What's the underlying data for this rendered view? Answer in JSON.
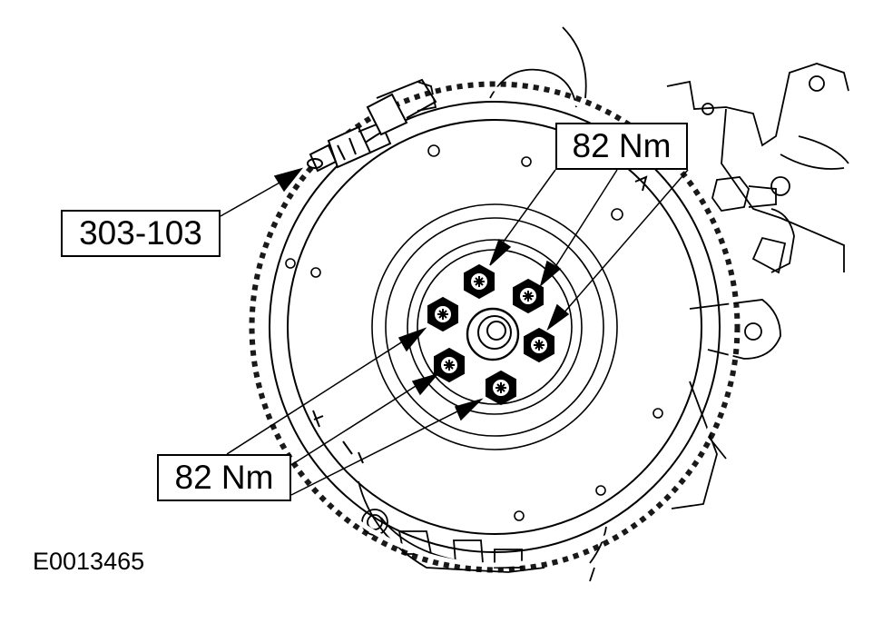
{
  "callouts": {
    "tool_number": "303-103",
    "torque_top": "82 Nm",
    "torque_bottom": "82 Nm"
  },
  "figure_id": "E0013465",
  "flywheel": {
    "bolt_count": 6,
    "bolt_icon": "torx-bolt-icon"
  },
  "colors": {
    "line": "#000000",
    "background": "#ffffff"
  }
}
